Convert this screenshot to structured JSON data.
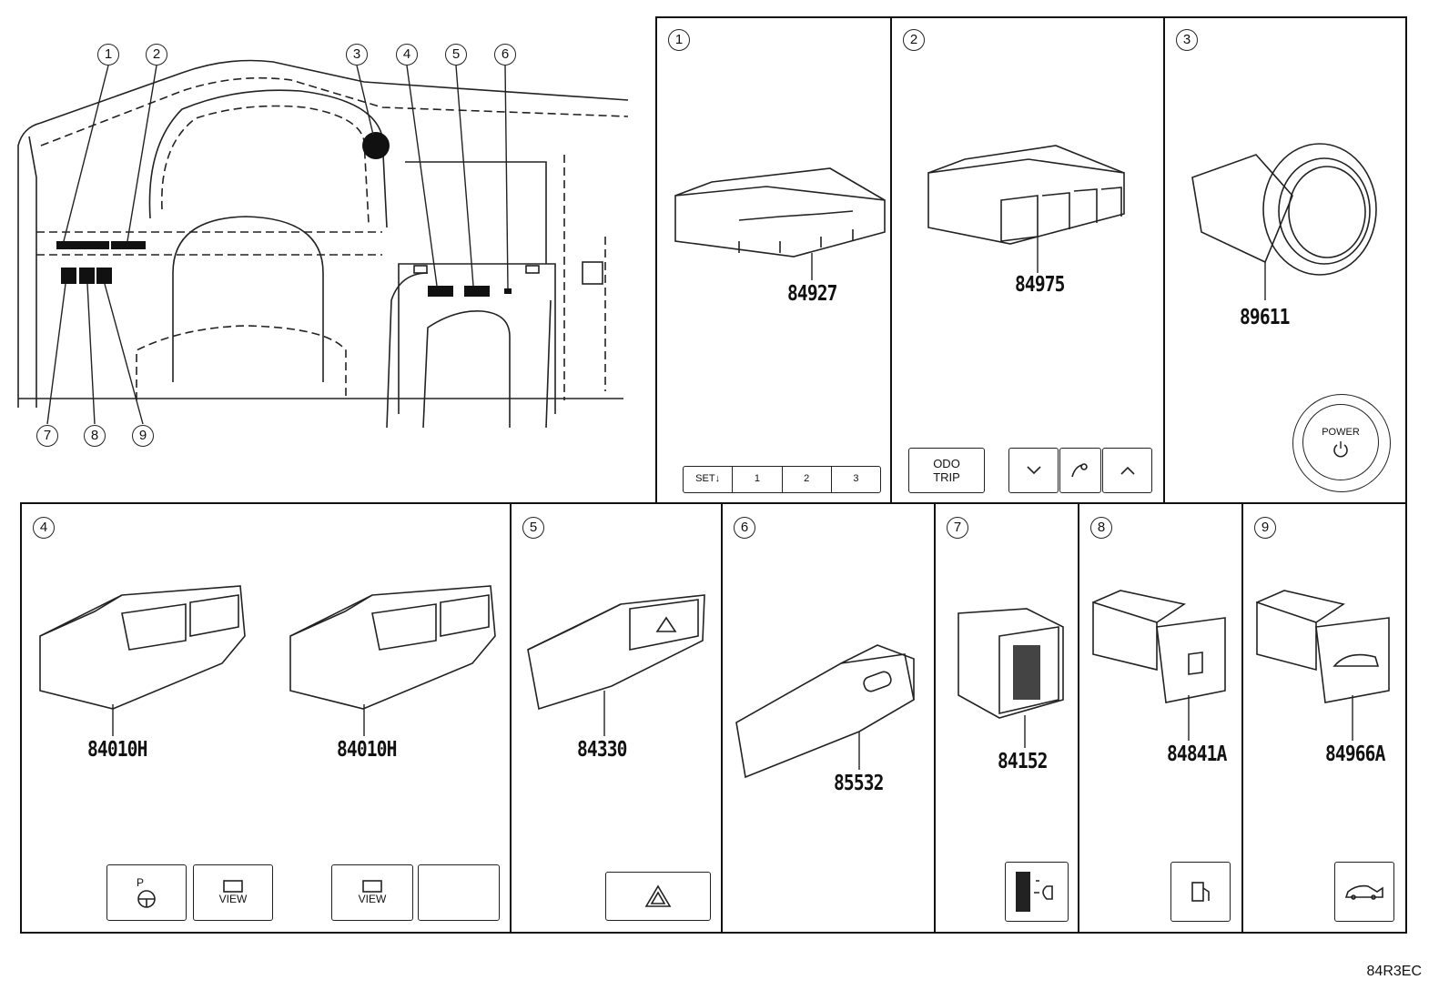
{
  "overview": {
    "callouts_top": [
      "1",
      "2",
      "3",
      "4",
      "5",
      "6"
    ],
    "callouts_bottom": [
      "7",
      "8",
      "9"
    ]
  },
  "panels": {
    "p1": {
      "num": "1",
      "part": "84927",
      "buttons": [
        "SET↓",
        "1",
        "2",
        "3"
      ]
    },
    "p2": {
      "num": "2",
      "part": "84975",
      "odo": "ODO",
      "trip": "TRIP",
      "icons": [
        "chevron-down-icon",
        "dimmer-icon",
        "chevron-up-icon"
      ]
    },
    "p3": {
      "num": "3",
      "part": "89611",
      "power": "POWER"
    },
    "p4": {
      "num": "4",
      "part_a": "84010H",
      "part_b": "84010H",
      "view_a": "VIEW",
      "view_b": "VIEW",
      "p_label": "P"
    },
    "p5": {
      "num": "5",
      "part": "84330"
    },
    "p6": {
      "num": "6",
      "part": "85532"
    },
    "p7": {
      "num": "7",
      "part": "84152"
    },
    "p8": {
      "num": "8",
      "part": "84841A"
    },
    "p9": {
      "num": "9",
      "part": "84966A"
    }
  },
  "footer": {
    "code": "84R3EC"
  }
}
